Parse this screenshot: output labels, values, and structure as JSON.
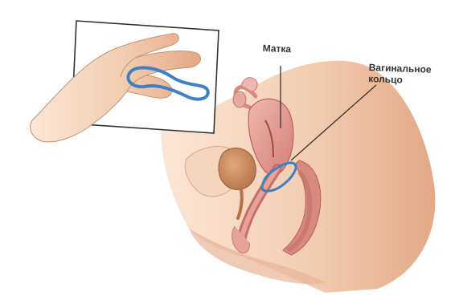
{
  "labels": {
    "uterus": "Матка",
    "ring_line1": "Вагинальное",
    "ring_line2": "кольцо"
  },
  "colors": {
    "background": "#ffffff",
    "skin": "#f3cdb0",
    "skin_shadow": "#e4ab88",
    "organ_pink": "#e89a92",
    "organ_dark": "#c56f6a",
    "ring_blue": "#3f7fc4",
    "label_text": "#333333",
    "inset_frame": "#333333",
    "leader_line": "#333333"
  },
  "icons": {
    "inset": "hand-holding-ring-illustration",
    "anatomy": "pelvic-cross-section-illustration"
  }
}
